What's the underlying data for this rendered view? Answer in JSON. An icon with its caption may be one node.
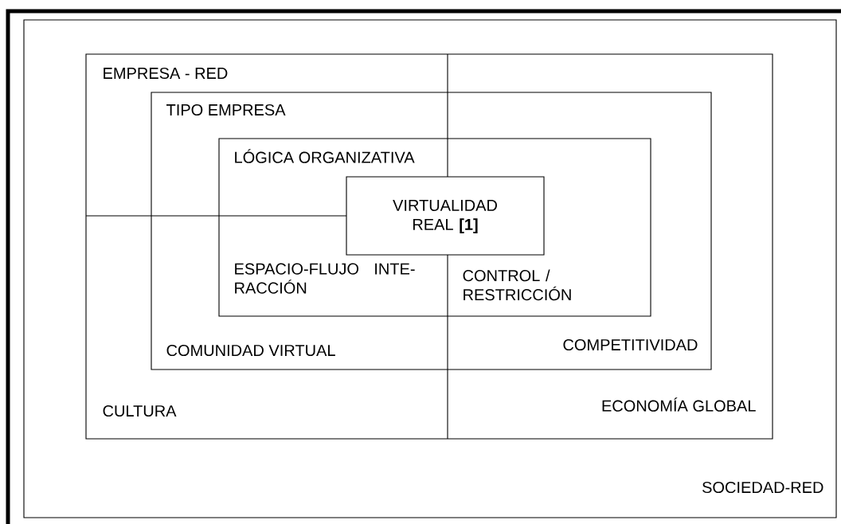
{
  "diagram": {
    "nodes": [
      {
        "text": [
          "SOCIEDAD-RED"
        ]
      },
      {
        "text": [
          "EMPRESA - RED",
          "CULTURA",
          "ECONOMÍA GLOBAL"
        ],
        "in": 0
      },
      {
        "text": [
          "TIPO EMPRESA",
          "COMUNIDAD VIRTUAL",
          "COMPETITIVIDAD"
        ],
        "in": 1
      },
      {
        "text": [
          "LÓGICA ORGANIZATIVA",
          "ESPACIO-FLUJO INTE- RACCIÓN",
          "CONTROL / RESTRICCIÓN"
        ],
        "in": 2
      },
      {
        "text": [
          "VIRTUALIDAD REAL **[1]**"
        ],
        "in": 3
      }
    ]
  }
}
